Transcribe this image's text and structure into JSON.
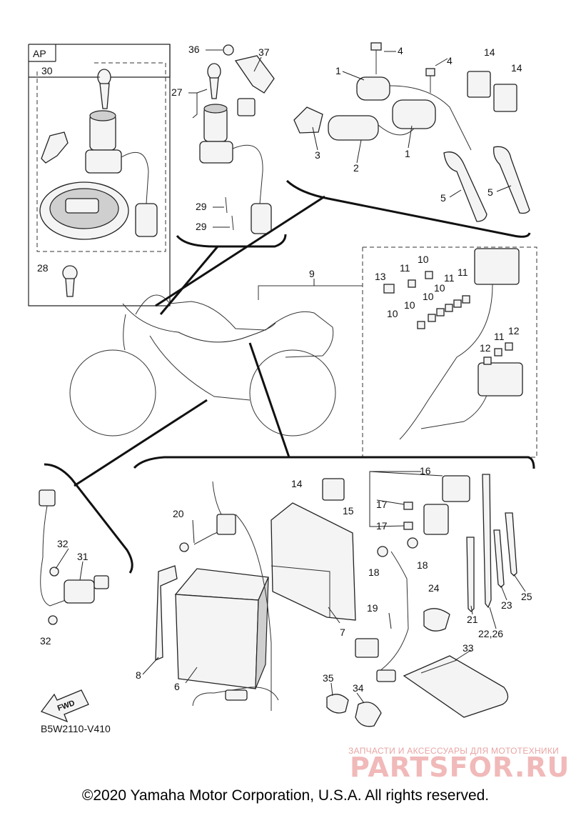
{
  "callouts": [
    {
      "id": "c-ap",
      "text": "AP"
    },
    {
      "id": "c-30",
      "text": "30"
    },
    {
      "id": "c-28",
      "text": "28"
    },
    {
      "id": "c-36",
      "text": "36"
    },
    {
      "id": "c-37",
      "text": "37"
    },
    {
      "id": "c-27",
      "text": "27"
    },
    {
      "id": "c-29a",
      "text": "29"
    },
    {
      "id": "c-29b",
      "text": "29"
    },
    {
      "id": "c-4a",
      "text": "4"
    },
    {
      "id": "c-4b",
      "text": "4"
    },
    {
      "id": "c-1a",
      "text": "1"
    },
    {
      "id": "c-1b",
      "text": "1"
    },
    {
      "id": "c-14a",
      "text": "14"
    },
    {
      "id": "c-14b",
      "text": "14"
    },
    {
      "id": "c-3",
      "text": "3"
    },
    {
      "id": "c-2",
      "text": "2"
    },
    {
      "id": "c-5a",
      "text": "5"
    },
    {
      "id": "c-5b",
      "text": "5"
    },
    {
      "id": "c-9",
      "text": "9"
    },
    {
      "id": "c-10a",
      "text": "10"
    },
    {
      "id": "c-10b",
      "text": "10"
    },
    {
      "id": "c-10c",
      "text": "10"
    },
    {
      "id": "c-10d",
      "text": "10"
    },
    {
      "id": "c-10e",
      "text": "10"
    },
    {
      "id": "c-11a",
      "text": "11"
    },
    {
      "id": "c-11b",
      "text": "11"
    },
    {
      "id": "c-11c",
      "text": "11"
    },
    {
      "id": "c-11d",
      "text": "11"
    },
    {
      "id": "c-12a",
      "text": "12"
    },
    {
      "id": "c-12b",
      "text": "12"
    },
    {
      "id": "c-13",
      "text": "13"
    },
    {
      "id": "c-16",
      "text": "16"
    },
    {
      "id": "c-14c",
      "text": "14"
    },
    {
      "id": "c-15",
      "text": "15"
    },
    {
      "id": "c-17a",
      "text": "17"
    },
    {
      "id": "c-17b",
      "text": "17"
    },
    {
      "id": "c-18a",
      "text": "18"
    },
    {
      "id": "c-18b",
      "text": "18"
    },
    {
      "id": "c-20",
      "text": "20"
    },
    {
      "id": "c-7",
      "text": "7"
    },
    {
      "id": "c-19",
      "text": "19"
    },
    {
      "id": "c-24",
      "text": "24"
    },
    {
      "id": "c-21",
      "text": "21"
    },
    {
      "id": "c-23",
      "text": "23"
    },
    {
      "id": "c-25",
      "text": "25"
    },
    {
      "id": "c-2226",
      "text": "22,26"
    },
    {
      "id": "c-33",
      "text": "33"
    },
    {
      "id": "c-32a",
      "text": "32"
    },
    {
      "id": "c-31",
      "text": "31"
    },
    {
      "id": "c-32b",
      "text": "32"
    },
    {
      "id": "c-8",
      "text": "8"
    },
    {
      "id": "c-6",
      "text": "6"
    },
    {
      "id": "c-35",
      "text": "35"
    },
    {
      "id": "c-34",
      "text": "34"
    }
  ],
  "fwd_label": "FWD",
  "diagram_code": "B5W2110-V410",
  "watermark": {
    "tagline": "ЗАПЧАСТИ И АКСЕССУАРЫ ДЛЯ МОТОТЕХНИКИ",
    "brand": "PARTSFOR.RU"
  },
  "copyright": "©2020 Yamaha Motor Corporation, U.S.A. All rights reserved."
}
